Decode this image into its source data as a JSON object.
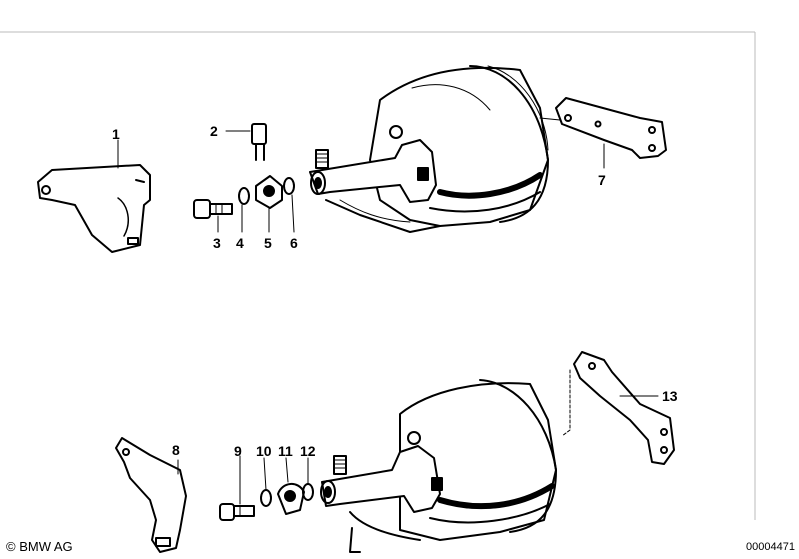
{
  "callouts": [
    "1",
    "2",
    "3",
    "4",
    "5",
    "6",
    "7",
    "8",
    "9",
    "10",
    "11",
    "12",
    "13"
  ],
  "footer": {
    "copyright": "© BMW AG",
    "diagram_number": "00004471"
  },
  "colors": {
    "ink": "#000000",
    "frame": "#bbbbbb",
    "background": "#ffffff"
  }
}
